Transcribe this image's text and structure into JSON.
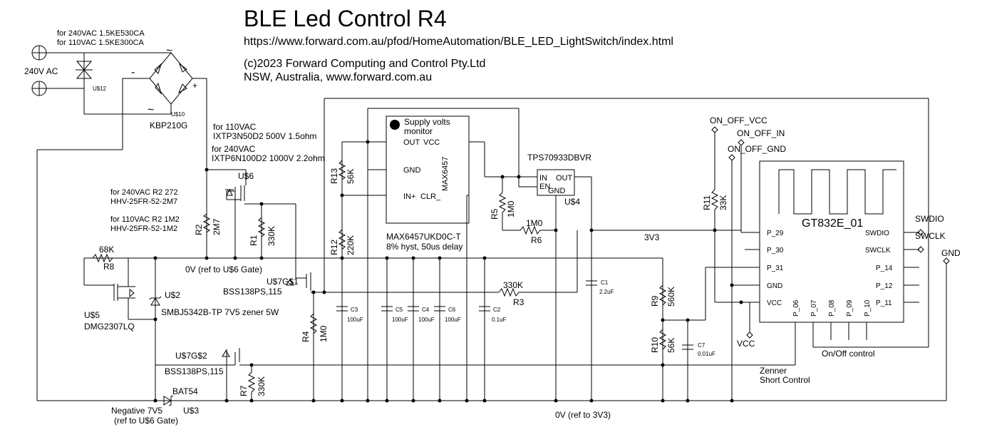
{
  "header": {
    "title": "BLE Led Control R4",
    "url": "https://www.forward.com.au/pfod/HomeAutomation/BLE_LED_LightSwitch/index.html",
    "copyright": "(c)2023 Forward Computing and Control Pty.Ltd",
    "location": "NSW, Australia, www.forward.com.au"
  },
  "notes": {
    "tvs_240": "for 240VAC 1.5KE530CA",
    "tvs_110": "for 110VAC 1.5KE300CA",
    "ac_in": "240V AC",
    "u12": "U$12",
    "u10": "U$10",
    "bridge": "KBP210G",
    "bridge_minus": "-",
    "bridge_plus": "+",
    "bridge_ac": "~",
    "fet_110": "for 110VAC",
    "fet_110_part": "IXTP3N50D2 500V 1.5ohm",
    "fet_240": "for 240VAC",
    "fet_240_part": "IXTP6N100D2 1000V 2.2ohm",
    "u6": "U$6",
    "r2_240": "for 240VAC R2 272",
    "r2_240_part": "HHV-25FR-52-2M7",
    "r2_110": "for 110VAC R2 1M2",
    "r2_110_part": "HHV-25FR-52-1M2",
    "zero_v_gate": "0V (ref to U$6 Gate)",
    "supervisor_title": "Supply volts",
    "supervisor_sub": "monitor",
    "max_out": "OUT",
    "max_vcc": "VCC",
    "max_gnd": "GND",
    "max_in": "IN+",
    "max_clr": "CLR_",
    "max_chip": "MAX6457",
    "max_part": "MAX6457UKD0C-T",
    "max_desc": "8% hyst, 50us delay",
    "reg_part": "TPS70933DBVR",
    "reg_in": "IN",
    "reg_out": "OUT",
    "reg_en": "EN",
    "reg_gnd": "GND",
    "u4": "U$4",
    "rail_3v3": "3V3",
    "u7_1": "U$7G$1",
    "u7_1_part": "BSS138PS,115",
    "u7_2": "U$7G$2",
    "u7_2_part": "BSS138PS,115",
    "u5": "U$5",
    "u5_part": "DMG2307LQ",
    "u2": "U$2",
    "u2_part": "SMBJ5342B-TP 7V5 zener 5W",
    "bat": "BAT54",
    "u3": "U$3",
    "neg_1": "Negative 7V5",
    "neg_2": "(ref to U$6 Gate)",
    "zero_v_3v3": "0V (ref to 3V3)",
    "zener_1": "Zenner",
    "zener_2": "Short Control",
    "onoff_ctrl": "On/Off control",
    "on_off_vcc": "ON_OFF_VCC",
    "on_off_in": "ON_OFF_IN",
    "on_off_gnd": "ON_OFF_GND",
    "swdio": "SWDIO",
    "swclk": "SWCLK",
    "gnd": "GND",
    "vcc": "VCC"
  },
  "module": {
    "name": "GT832E_01",
    "left_pins": [
      "P_29",
      "P_30",
      "P_31",
      "GND",
      "VCC"
    ],
    "right_pins": [
      "SWDIO",
      "SWCLK",
      "P_14",
      "P_12",
      "P_11"
    ],
    "bottom_pins": [
      "P_06",
      "P_07",
      "P_08",
      "P_09",
      "P_10"
    ]
  },
  "resistors": {
    "r1": {
      "name": "R1",
      "value": "330K"
    },
    "r2": {
      "name": "R2",
      "value": "2M7"
    },
    "r3": {
      "name": "R3",
      "value": "330K"
    },
    "r4": {
      "name": "R4",
      "value": "1M0"
    },
    "r5": {
      "name": "R5",
      "value": "1M0"
    },
    "r6": {
      "name": "R6",
      "value": "1M0"
    },
    "r7": {
      "name": "R7",
      "value": "330K"
    },
    "r8": {
      "name": "R8",
      "value": "68K"
    },
    "r9": {
      "name": "R9",
      "value": "560K"
    },
    "r10": {
      "name": "R10",
      "value": "56K"
    },
    "r11": {
      "name": "R11",
      "value": "33K"
    },
    "r12": {
      "name": "R12",
      "value": "220K"
    },
    "r13": {
      "name": "R13",
      "value": "56K"
    }
  },
  "capacitors": {
    "c1": {
      "name": "C1",
      "value": "2.2uF"
    },
    "c2": {
      "name": "C2",
      "value": "0.1uF"
    },
    "c3": {
      "name": "C3",
      "value": "100uF"
    },
    "c4": {
      "name": "C4",
      "value": "100uF"
    },
    "c5": {
      "name": "C5",
      "value": "100uF"
    },
    "c6": {
      "name": "C6",
      "value": "100uF"
    },
    "c7": {
      "name": "C7",
      "value": "0.01uF"
    }
  }
}
